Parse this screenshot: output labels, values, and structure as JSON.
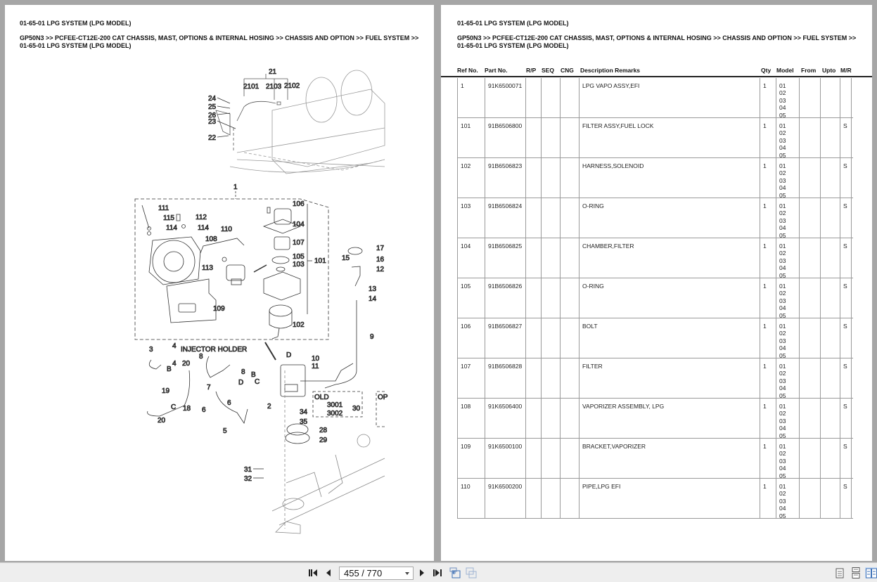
{
  "document": {
    "title": "01-65-01 LPG SYSTEM (LPG MODEL)",
    "breadcrumb_line1": "GP50N3 >> PCFEE-CT12E-200 CAT CHASSIS, MAST, OPTIONS & INTERNAL HOSING >> CHASSIS AND OPTION >> FUEL SYSTEM >>",
    "breadcrumb_line2": "01-65-01 LPG SYSTEM (LPG MODEL)"
  },
  "diagram": {
    "labels": {
      "l21": "21",
      "l2101": "2101",
      "l2103": "2103",
      "l2102": "2102",
      "l24": "24",
      "l25": "25",
      "l26": "26",
      "l23": "23",
      "l22": "22",
      "l1": "1",
      "l111": "111",
      "l115": "115",
      "l112": "112",
      "l114a": "114",
      "l114b": "114",
      "l108": "108",
      "l110": "110",
      "l113": "113",
      "l109": "109",
      "l106": "106",
      "l104": "104",
      "l107": "107",
      "l105": "105",
      "l103": "103",
      "l101": "101",
      "l102": "102",
      "l17": "17",
      "l15": "15",
      "l16": "16",
      "l12": "12",
      "l13": "13",
      "l14": "14",
      "l9": "9",
      "l3": "3",
      "l4a": "4",
      "l4b": "4",
      "lB1": "B",
      "injector": "INJECTOR HOLDER",
      "l8a": "8",
      "l8b": "8",
      "lD1": "D",
      "l7": "7",
      "l20a": "20",
      "l20b": "20",
      "l19": "19",
      "l18": "18",
      "lC1": "C",
      "l6a": "6",
      "l6b": "6",
      "l5": "5",
      "l2": "2",
      "lB2": "B",
      "lC2": "C",
      "lD2": "D",
      "l10": "10",
      "l11": "11",
      "l34": "34",
      "l35": "35",
      "l28": "28",
      "l29": "29",
      "old": "OLD",
      "l3001": "3001",
      "l3002": "3002",
      "l30": "30",
      "op": "OP",
      "l31": "31",
      "l32": "32"
    }
  },
  "table": {
    "columns": [
      "Ref No.",
      "Part No.",
      "R/P",
      "SEQ",
      "CNG",
      "Description Remarks",
      "Qty",
      "Model",
      "From",
      "Upto",
      "M/R"
    ],
    "rows": [
      {
        "ref": "1",
        "part": "91K6500071",
        "rp": "",
        "seq": "",
        "cng": "",
        "desc": "LPG VAPO ASSY,EFI",
        "qty": "1",
        "model": "01\n02\n03\n04\n05",
        "from": "",
        "upto": "",
        "mr": ""
      },
      {
        "ref": "101",
        "part": "91B6506800",
        "rp": "",
        "seq": "",
        "cng": "",
        "desc": "FILTER ASSY,FUEL LOCK",
        "qty": "1",
        "model": "01\n02\n03\n04\n05",
        "from": "",
        "upto": "",
        "mr": "S"
      },
      {
        "ref": "102",
        "part": "91B6506823",
        "rp": "",
        "seq": "",
        "cng": "",
        "desc": "HARNESS,SOLENOID",
        "qty": "1",
        "model": "01\n02\n03\n04\n05",
        "from": "",
        "upto": "",
        "mr": "S"
      },
      {
        "ref": "103",
        "part": "91B6506824",
        "rp": "",
        "seq": "",
        "cng": "",
        "desc": "O-RING",
        "qty": "1",
        "model": "01\n02\n03\n04\n05",
        "from": "",
        "upto": "",
        "mr": "S"
      },
      {
        "ref": "104",
        "part": "91B6506825",
        "rp": "",
        "seq": "",
        "cng": "",
        "desc": "CHAMBER,FILTER",
        "qty": "1",
        "model": "01\n02\n03\n04\n05",
        "from": "",
        "upto": "",
        "mr": "S"
      },
      {
        "ref": "105",
        "part": "91B6506826",
        "rp": "",
        "seq": "",
        "cng": "",
        "desc": "O-RING",
        "qty": "1",
        "model": "01\n02\n03\n04\n05",
        "from": "",
        "upto": "",
        "mr": "S"
      },
      {
        "ref": "106",
        "part": "91B6506827",
        "rp": "",
        "seq": "",
        "cng": "",
        "desc": "BOLT",
        "qty": "1",
        "model": "01\n02\n03\n04\n05",
        "from": "",
        "upto": "",
        "mr": "S"
      },
      {
        "ref": "107",
        "part": "91B6506828",
        "rp": "",
        "seq": "",
        "cng": "",
        "desc": "FILTER",
        "qty": "1",
        "model": "01\n02\n03\n04\n05",
        "from": "",
        "upto": "",
        "mr": "S"
      },
      {
        "ref": "108",
        "part": "91K6506400",
        "rp": "",
        "seq": "",
        "cng": "",
        "desc": "VAPORIZER ASSEMBLY, LPG",
        "qty": "1",
        "model": "01\n02\n03\n04\n05",
        "from": "",
        "upto": "",
        "mr": "S"
      },
      {
        "ref": "109",
        "part": "91K6500100",
        "rp": "",
        "seq": "",
        "cng": "",
        "desc": "BRACKET,VAPORIZER",
        "qty": "1",
        "model": "01\n02\n03\n04\n05",
        "from": "",
        "upto": "",
        "mr": "S"
      },
      {
        "ref": "110",
        "part": "91K6500200",
        "rp": "",
        "seq": "",
        "cng": "",
        "desc": "PIPE,LPG EFI",
        "qty": "1",
        "model": "01\n02\n03\n04\n05",
        "from": "",
        "upto": "",
        "mr": "S"
      }
    ]
  },
  "toolbar": {
    "page_indicator": "455 / 770",
    "current_page": 455,
    "total_pages": 770,
    "icons": [
      "first-page-icon",
      "prev-page-icon",
      "next-page-icon",
      "last-page-icon",
      "previous-view-icon",
      "next-view-icon",
      "single-page-view-icon",
      "continuous-view-icon",
      "two-page-view-icon"
    ],
    "active_view": "two-page-view"
  },
  "colors": {
    "background": "#a6a6a6",
    "page": "#ffffff",
    "toolbar": "#eeeeee",
    "grid_line": "#9a9a9a",
    "view_active": "#cfe0f5",
    "view_icon": "#3b6fb6"
  }
}
